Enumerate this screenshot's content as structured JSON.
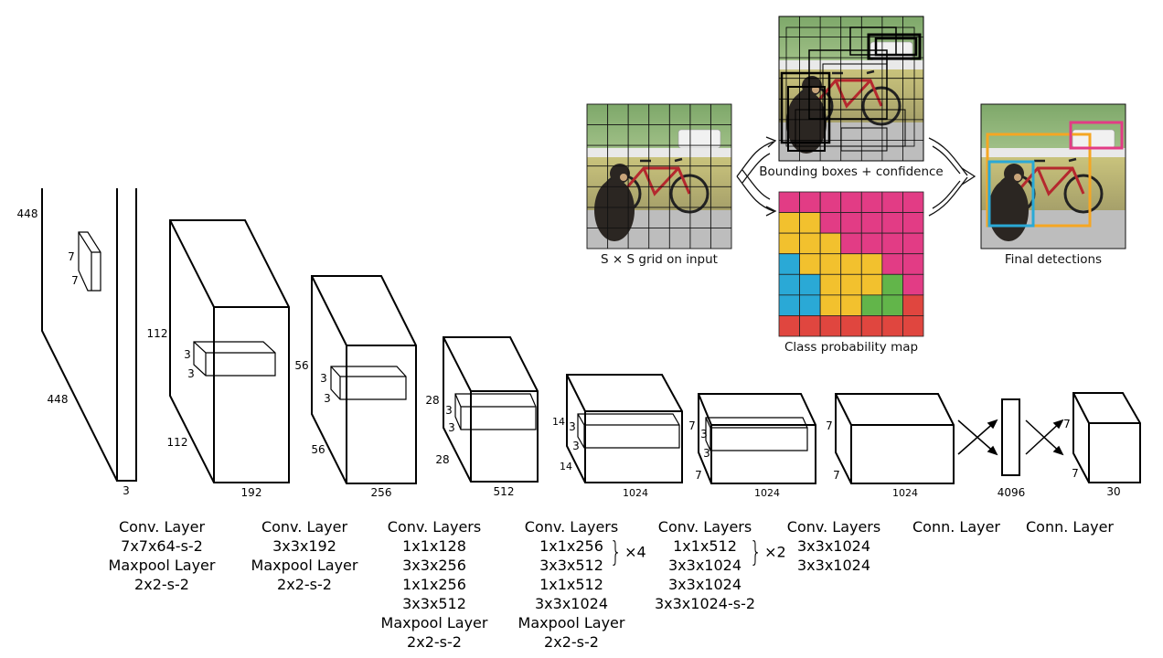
{
  "top": {
    "grid_caption": "S × S grid on input",
    "boxes_caption": "Bounding boxes + confidence",
    "class_caption": "Class probability map",
    "final_caption": "Final detections"
  },
  "blocks": [
    {
      "id": "input",
      "dims": {
        "h": "448",
        "w": "448",
        "d": "3"
      },
      "kernel": {
        "a": "7",
        "b": "7"
      }
    },
    {
      "id": "b1",
      "dims": {
        "h": "112",
        "w": "112",
        "d": "192"
      },
      "kernel": {
        "a": "3",
        "b": "3"
      }
    },
    {
      "id": "b2",
      "dims": {
        "h": "56",
        "w": "56",
        "d": "256"
      },
      "kernel": {
        "a": "3",
        "b": "3"
      }
    },
    {
      "id": "b3",
      "dims": {
        "h": "28",
        "w": "28",
        "d": "512"
      },
      "kernel": {
        "a": "3",
        "b": "3"
      }
    },
    {
      "id": "b4",
      "dims": {
        "h": "14",
        "w": "14",
        "d": "1024"
      },
      "kernel": {
        "a": "3",
        "b": "3"
      }
    },
    {
      "id": "b5",
      "dims": {
        "h": "7",
        "w": "7",
        "d": "1024"
      },
      "kernel": {
        "a": "3",
        "b": "3"
      }
    },
    {
      "id": "b6",
      "dims": {
        "h": "7",
        "w": "7",
        "d": "1024"
      }
    },
    {
      "id": "fc",
      "dims": {
        "d": "4096"
      }
    },
    {
      "id": "out",
      "dims": {
        "h": "7",
        "w": "7",
        "d": "30"
      }
    }
  ],
  "layers": [
    {
      "lines": [
        "Conv. Layer",
        "7x7x64-s-2",
        "Maxpool Layer",
        "2x2-s-2"
      ]
    },
    {
      "lines": [
        "Conv. Layer",
        "3x3x192",
        "Maxpool Layer",
        "2x2-s-2"
      ]
    },
    {
      "lines": [
        "Conv. Layers",
        "1x1x128",
        "3x3x256",
        "1x1x256",
        "3x3x512",
        "Maxpool Layer",
        "2x2-s-2"
      ]
    },
    {
      "lines": [
        "Conv. Layers",
        "1x1x256",
        "3x3x512",
        "1x1x512",
        "3x3x1024",
        "Maxpool Layer",
        "2x2-s-2"
      ],
      "repeat": "×4"
    },
    {
      "lines": [
        "Conv. Layers",
        "1x1x512",
        "3x3x1024",
        "3x3x1024",
        "3x3x1024-s-2"
      ],
      "repeat": "×2"
    },
    {
      "lines": [
        "Conv. Layers",
        "3x3x1024",
        "3x3x1024"
      ]
    },
    {
      "lines": [
        "Conn. Layer"
      ]
    },
    {
      "lines": [
        "Conn. Layer"
      ]
    }
  ],
  "colors": {
    "yellow": "#f2c12e",
    "magenta": "#e23c85",
    "cyan": "#2aa9d6",
    "green": "#62b54a",
    "red": "#e0463f",
    "orange": "#f5a623"
  }
}
